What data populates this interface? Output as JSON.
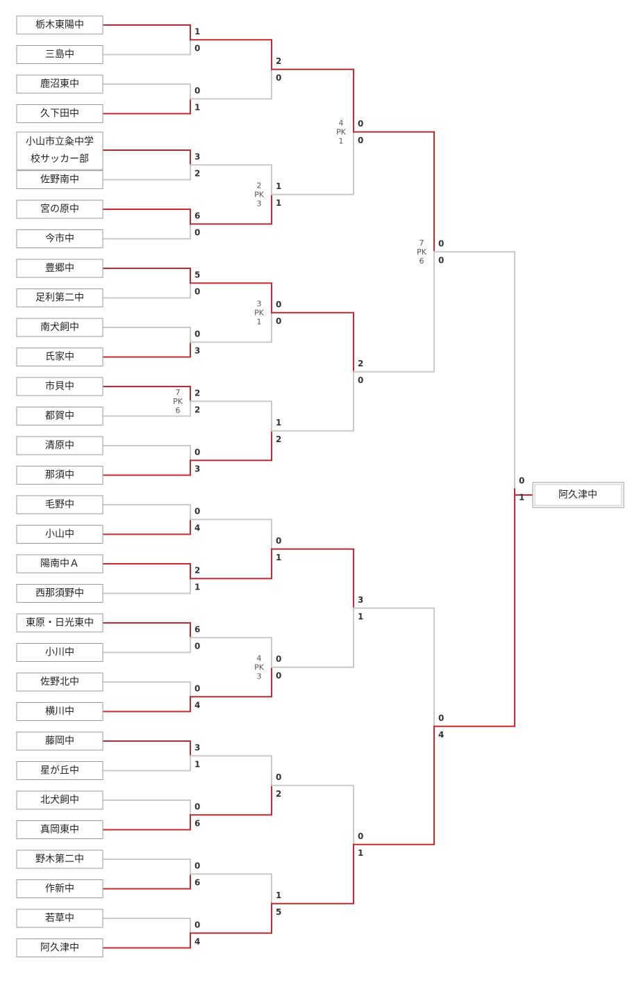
{
  "colors": {
    "win_line": "#c8282d",
    "lose_line": "#c9c9c9",
    "box_border": "#9a9a9a"
  },
  "teams": [
    "栃木東陽中",
    "三島中",
    "鹿沼東中",
    "久下田中",
    [
      "小山市立粂中学",
      "校サッカー部"
    ],
    "佐野南中",
    "宮の原中",
    "今市中",
    "豊郷中",
    "足利第二中",
    "南犬飼中",
    "氏家中",
    "市貝中",
    "都賀中",
    "清原中",
    "那須中",
    "毛野中",
    "小山中",
    "陽南中Ａ",
    "西那須野中",
    "東原・日光東中",
    "小川中",
    "佐野北中",
    "横川中",
    "藤岡中",
    "星が丘中",
    "北犬飼中",
    "真岡東中",
    "野木第二中",
    "作新中",
    "若草中",
    "阿久津中"
  ],
  "rounds": [
    [
      {
        "s": [
          "1",
          "0"
        ],
        "w": 0
      },
      {
        "s": [
          "0",
          "1"
        ],
        "w": 1
      },
      {
        "s": [
          "3",
          "2"
        ],
        "w": 0
      },
      {
        "s": [
          "6",
          "0"
        ],
        "w": 0
      },
      {
        "s": [
          "5",
          "0"
        ],
        "w": 0
      },
      {
        "s": [
          "0",
          "3"
        ],
        "w": 1
      },
      {
        "s": [
          "2",
          "2"
        ],
        "w": 0,
        "pk": [
          "7",
          "PK",
          "6"
        ]
      },
      {
        "s": [
          "0",
          "3"
        ],
        "w": 1
      },
      {
        "s": [
          "0",
          "4"
        ],
        "w": 1
      },
      {
        "s": [
          "2",
          "1"
        ],
        "w": 0
      },
      {
        "s": [
          "6",
          "0"
        ],
        "w": 0
      },
      {
        "s": [
          "0",
          "4"
        ],
        "w": 1
      },
      {
        "s": [
          "3",
          "1"
        ],
        "w": 0
      },
      {
        "s": [
          "0",
          "6"
        ],
        "w": 1
      },
      {
        "s": [
          "0",
          "6"
        ],
        "w": 1
      },
      {
        "s": [
          "0",
          "4"
        ],
        "w": 1
      }
    ],
    [
      {
        "s": [
          "2",
          "0"
        ],
        "w": 0
      },
      {
        "s": [
          "1",
          "1"
        ],
        "w": 1,
        "pk": [
          "2",
          "PK",
          "3"
        ]
      },
      {
        "s": [
          "0",
          "0"
        ],
        "w": 0,
        "pk": [
          "3",
          "PK",
          "1"
        ]
      },
      {
        "s": [
          "1",
          "2"
        ],
        "w": 1
      },
      {
        "s": [
          "0",
          "1"
        ],
        "w": 1
      },
      {
        "s": [
          "0",
          "0"
        ],
        "w": 1,
        "pk": [
          "4",
          "PK",
          "3"
        ]
      },
      {
        "s": [
          "0",
          "2"
        ],
        "w": 1
      },
      {
        "s": [
          "1",
          "5"
        ],
        "w": 1
      }
    ],
    [
      {
        "s": [
          "0",
          "0"
        ],
        "w": 0,
        "pk": [
          "4",
          "PK",
          "1"
        ]
      },
      {
        "s": [
          "2",
          "0"
        ],
        "w": 0
      },
      {
        "s": [
          "3",
          "1"
        ],
        "w": 0
      },
      {
        "s": [
          "0",
          "1"
        ],
        "w": 1
      }
    ],
    [
      {
        "s": [
          "0",
          "0"
        ],
        "w": 0,
        "pk": [
          "7",
          "PK",
          "6"
        ]
      },
      {
        "s": [
          "0",
          "4"
        ],
        "w": 1
      }
    ],
    [
      {
        "s": [
          "0",
          "1"
        ],
        "w": 1
      }
    ]
  ],
  "champion": "阿久津中"
}
